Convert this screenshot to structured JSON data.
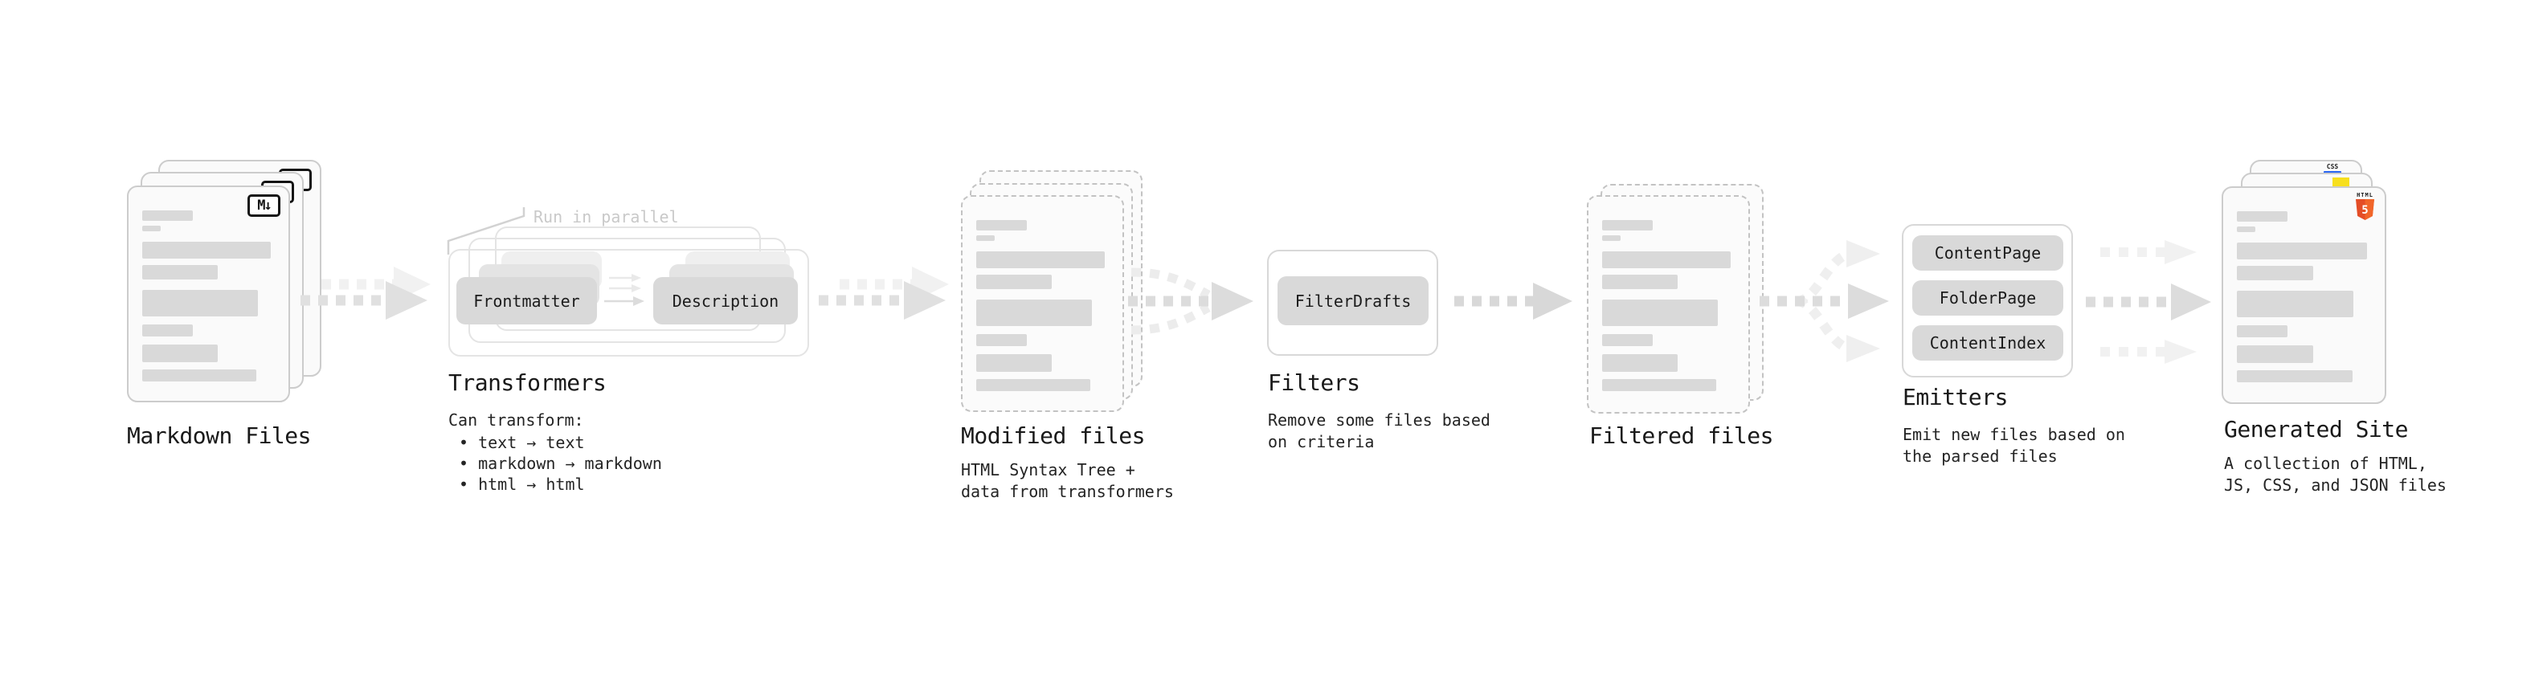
{
  "colors": {
    "background": "#ffffff",
    "card_fill": "#fafafa",
    "card_border": "#cccccc",
    "placeholder_bar": "#d9d9d9",
    "pill_fill": "#d9d9d9",
    "arrow_dark": "#dedede",
    "arrow_faint": "#f0f0f0",
    "annotation_text": "#c9c9c9",
    "html5_orange": "#e44d26",
    "js_yellow": "#f7df1e",
    "css_blue": "#2965f1"
  },
  "stages": {
    "markdown": {
      "badge": "M↓",
      "title": "Markdown Files"
    },
    "transformers": {
      "annotation": "Run in parallel",
      "pill_frontmatter": "Frontmatter",
      "pill_description": "Description",
      "title": "Transformers",
      "subtitle": "Can transform:",
      "bullets": [
        "• text → text",
        "• markdown → markdown",
        "• html → html"
      ]
    },
    "modified": {
      "title": "Modified files",
      "desc": "HTML Syntax Tree +\ndata from transformers"
    },
    "filters": {
      "pill": "FilterDrafts",
      "title": "Filters",
      "desc": "Remove some files based\non criteria"
    },
    "filtered": {
      "title": "Filtered files"
    },
    "emitters": {
      "pills": [
        "ContentPage",
        "FolderPage",
        "ContentIndex"
      ],
      "title": "Emitters",
      "desc": "Emit new files based on\nthe parsed files"
    },
    "generated": {
      "badge_css": "CSS",
      "badge_html_word": "HTML",
      "badge_html_number": "5",
      "title": "Generated Site",
      "desc": "A collection of HTML,\nJS, CSS, and JSON files"
    }
  }
}
